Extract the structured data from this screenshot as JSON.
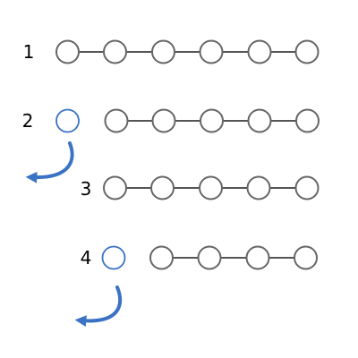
{
  "colors": {
    "node_stroke": "#666666",
    "link_stroke": "#555555",
    "detached_node_stroke": "#3a72c4",
    "arrow": "#3a72c4",
    "background": "#ffffff"
  },
  "rows": [
    {
      "label": "1",
      "detached_nodes": 0,
      "chain_nodes": 6,
      "arrow": false
    },
    {
      "label": "2",
      "detached_nodes": 1,
      "chain_nodes": 5,
      "arrow": true,
      "arrow_icon": "curved-arrow-down-left-icon"
    },
    {
      "label": "3",
      "detached_nodes": 0,
      "chain_nodes": 5,
      "arrow": false
    },
    {
      "label": "4",
      "detached_nodes": 1,
      "chain_nodes": 4,
      "arrow": true,
      "arrow_icon": "curved-arrow-down-left-icon"
    }
  ]
}
